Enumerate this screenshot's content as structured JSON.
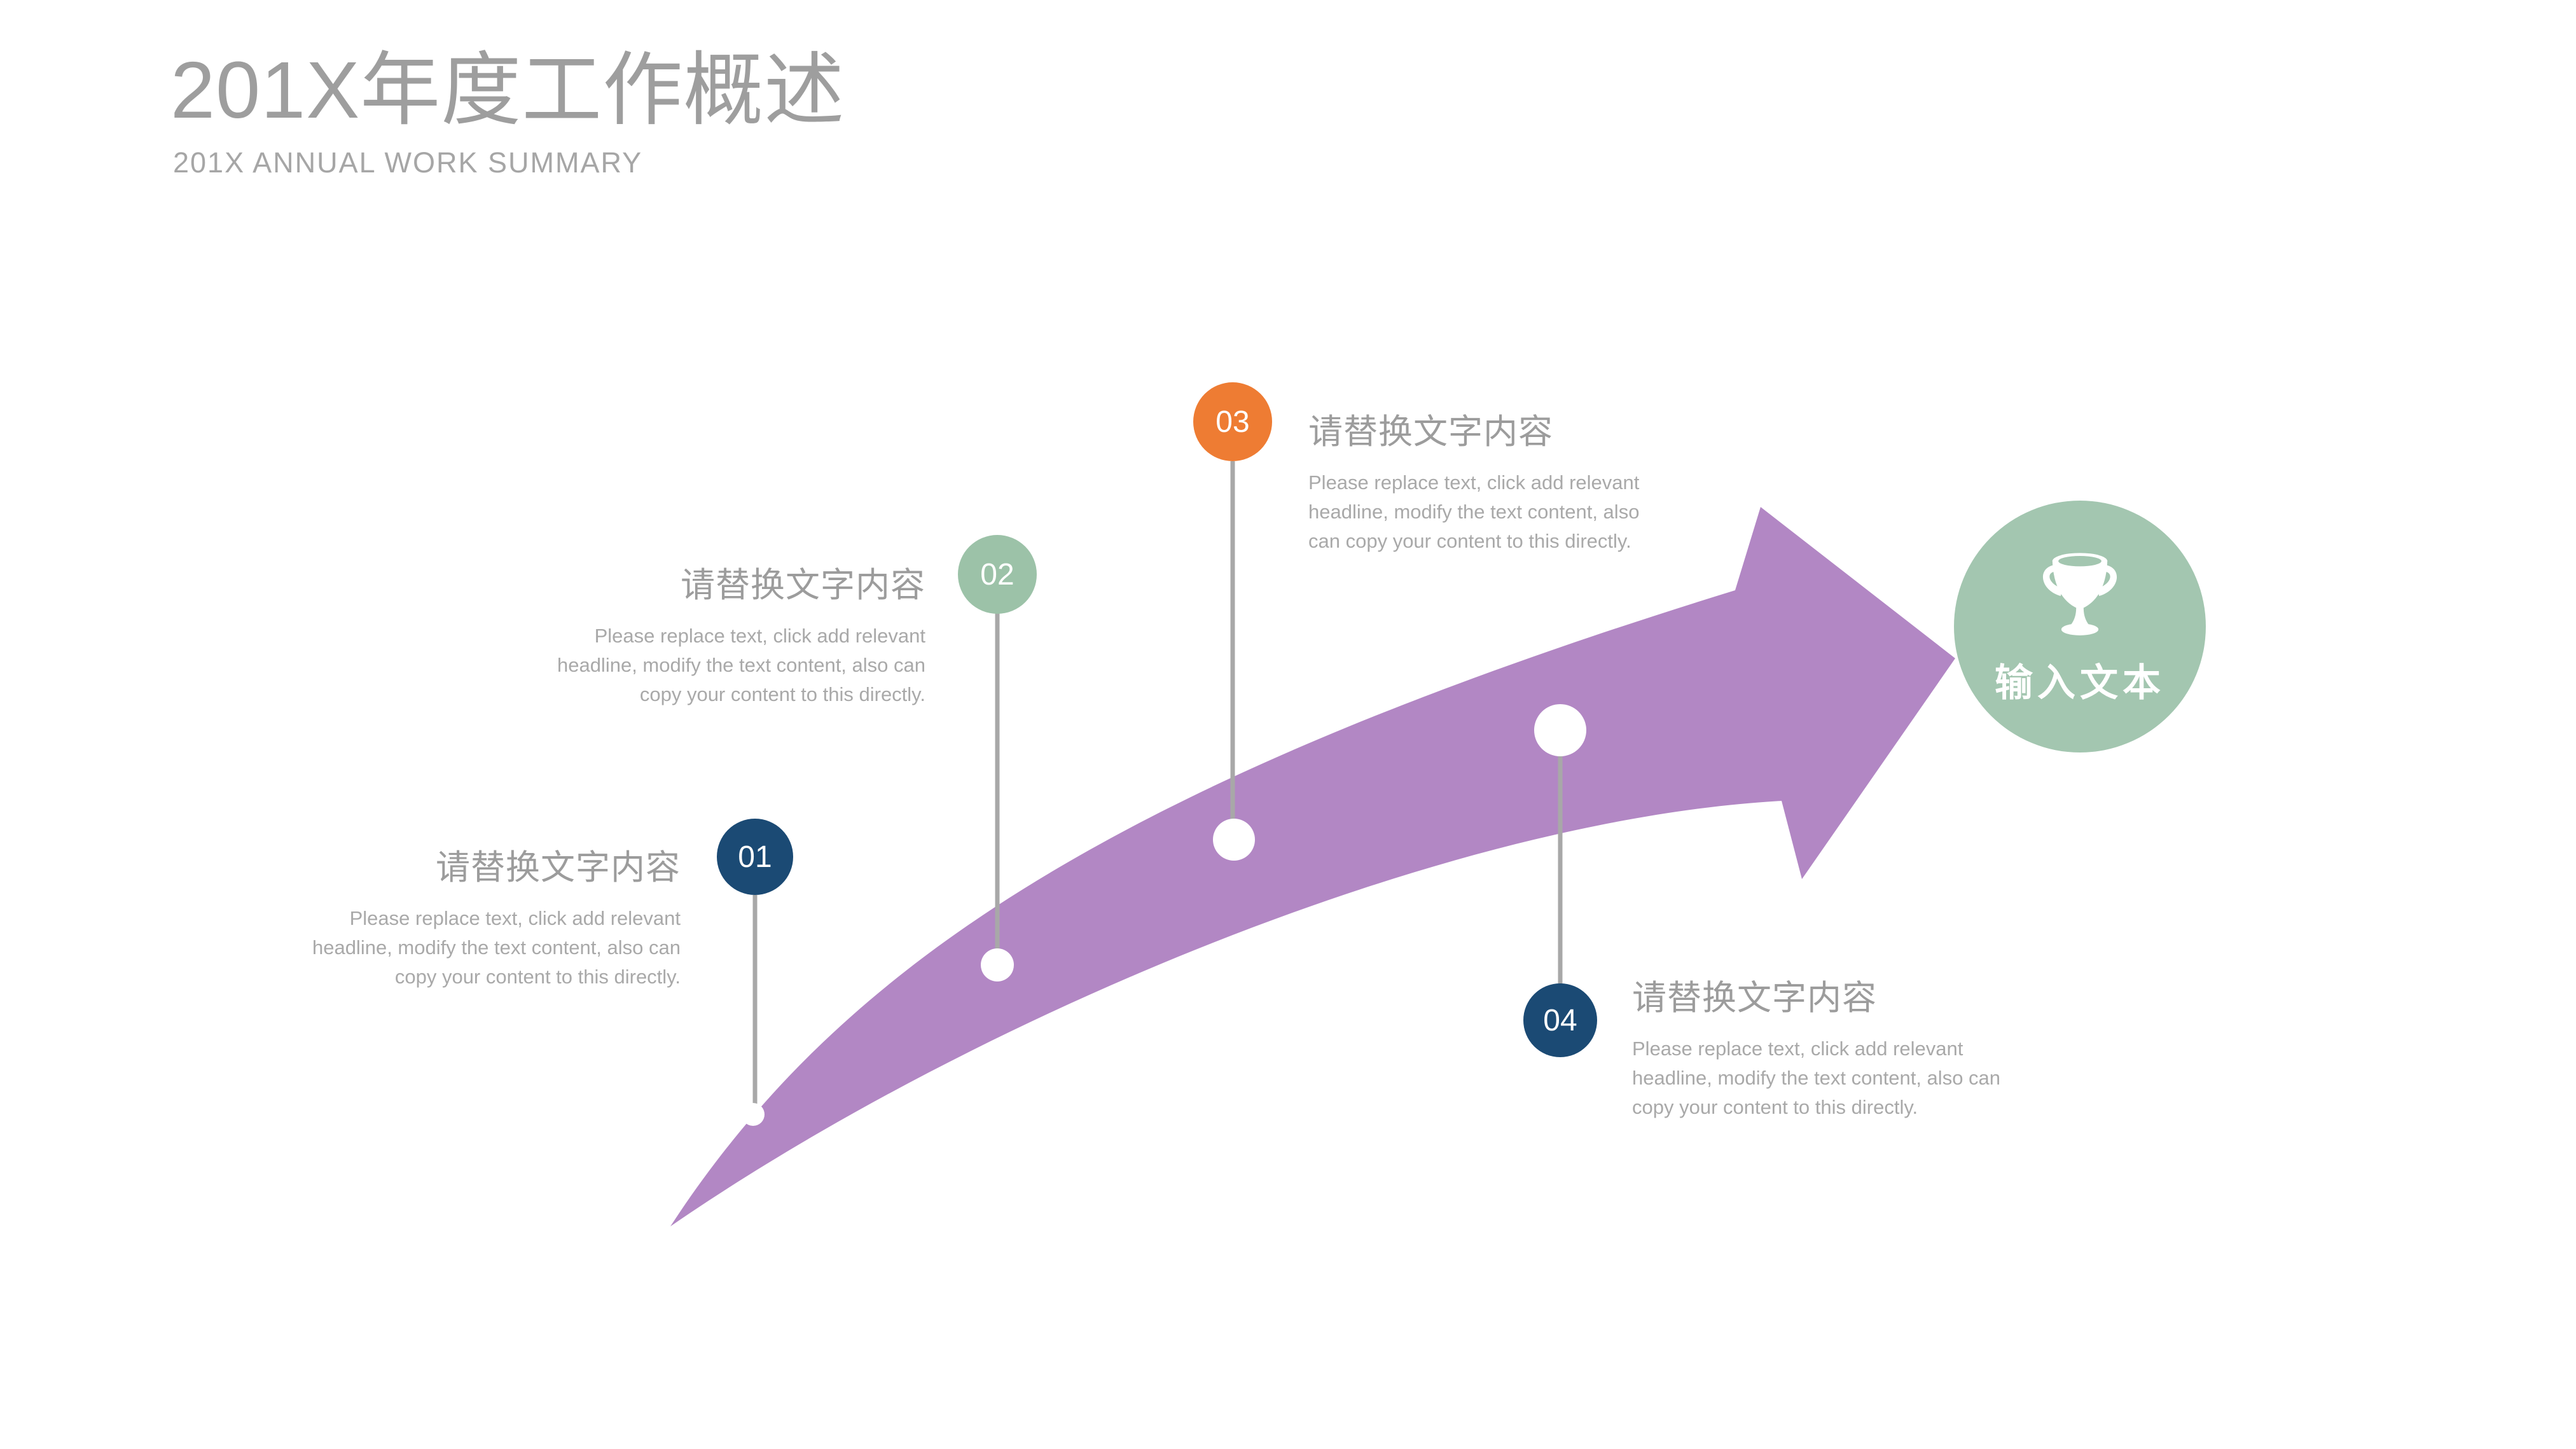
{
  "title": {
    "zh": "201X年度工作概述",
    "en": "201X ANNUAL WORK SUMMARY"
  },
  "steps": [
    {
      "number": "01",
      "heading": "请替换文字内容",
      "body": [
        "Please replace text, click add relevant",
        "headline, modify the text content, also can",
        "copy your content to this directly."
      ],
      "color": "#1b4a74",
      "align": "right"
    },
    {
      "number": "02",
      "heading": "请替换文字内容",
      "body": [
        "Please replace text, click add relevant",
        "headline, modify the text content, also can",
        "copy your content to this directly."
      ],
      "color": "#9cc2a8",
      "align": "right"
    },
    {
      "number": "03",
      "heading": "请替换文字内容",
      "body": [
        "Please replace text, click add relevant",
        "headline, modify the text content, also",
        "can copy your content to this directly."
      ],
      "color": "#ee7c33",
      "align": "left"
    },
    {
      "number": "04",
      "heading": "请替换文字内容",
      "body": [
        "Please replace text, click add relevant",
        "headline, modify the text content, also can",
        "copy your content to this directly."
      ],
      "color": "#1b4a74",
      "align": "left"
    }
  ],
  "goal": {
    "label": "输入文本",
    "icon": "trophy-icon",
    "color": "#a3c6b0"
  },
  "colors": {
    "arrow": "#b287c4",
    "connector_line": "#a8a8a8",
    "navy": "#1b4a74",
    "sage": "#9cc2a8",
    "orange": "#ee7c33",
    "goal_green": "#a3c6b0",
    "title_gray": "#9e9e9e",
    "text_gray": "#a9a9a9"
  }
}
